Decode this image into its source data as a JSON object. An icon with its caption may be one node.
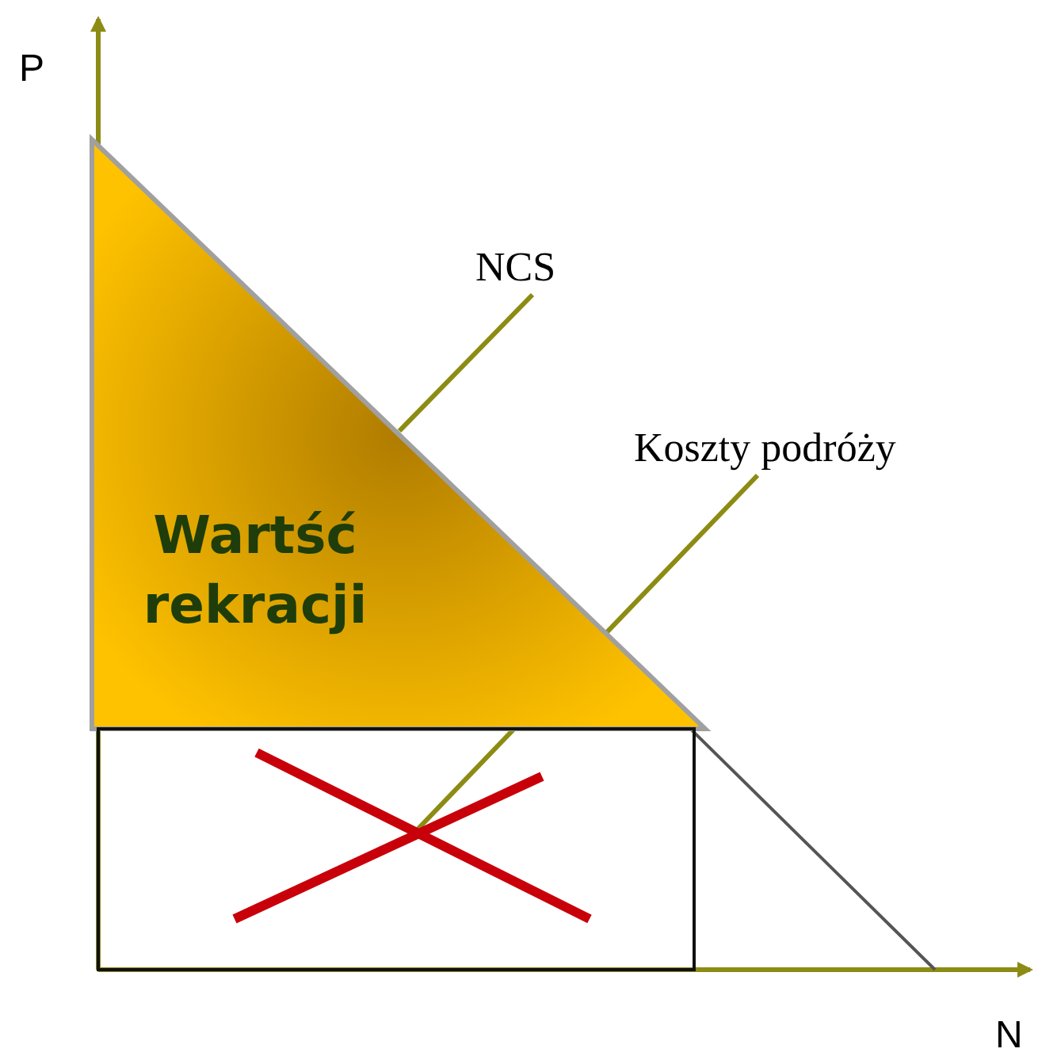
{
  "diagram": {
    "nodes": [
      {
        "text": [
          "Wartść rekracji"
        ]
      },
      {
        "text": [],
        "shape": "line"
      },
      {
        "text": [
          "NCS"
        ]
      },
      {
        "text": [
          "Koszty podróży"
        ]
      },
      {
        "text": [],
        "shape": "box"
      }
    ],
    "edges": [
      {
        "from": 2,
        "to": 1,
        "arrow": "none"
      },
      {
        "from": 3,
        "to": 4,
        "arrow": "none"
      }
    ],
    "labels": [
      "P",
      "N"
    ]
  }
}
